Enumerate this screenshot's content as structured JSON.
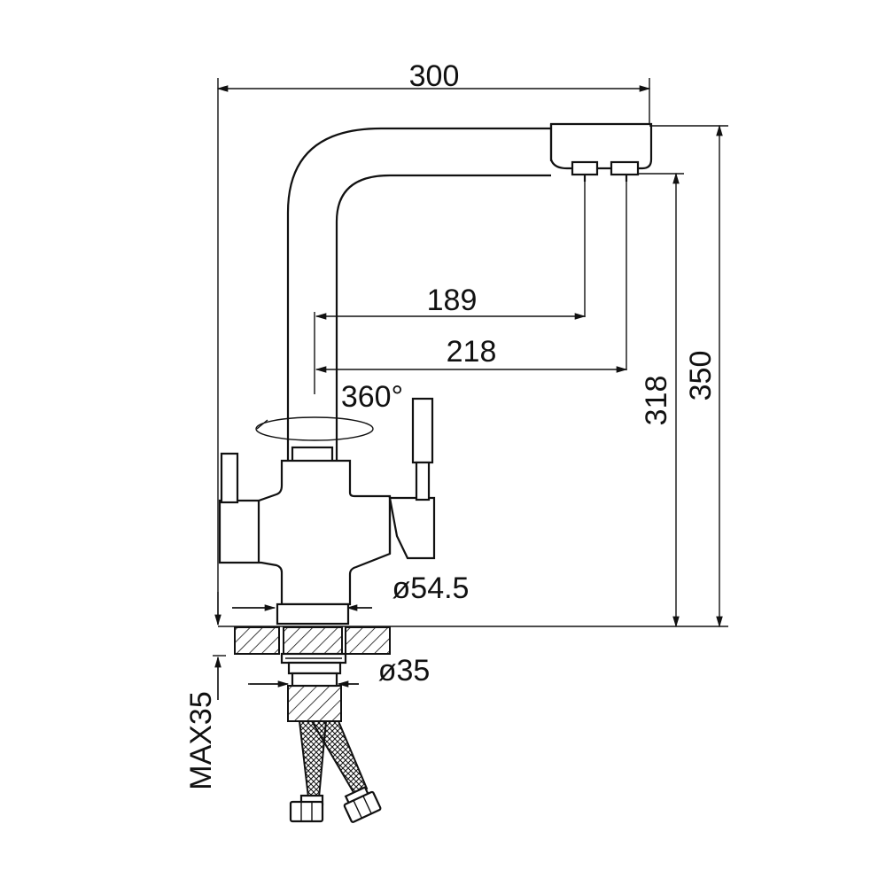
{
  "dimensions": {
    "overall_width": "300",
    "spout_reach_1": "189",
    "spout_reach_2": "218",
    "rotation": "360°",
    "spout_height": "318",
    "overall_height": "350",
    "base_diameter": "ø54.5",
    "shank_diameter": "ø35",
    "max_deck_thickness": "MAX35"
  },
  "colors": {
    "line": "#111111",
    "background": "#ffffff"
  }
}
